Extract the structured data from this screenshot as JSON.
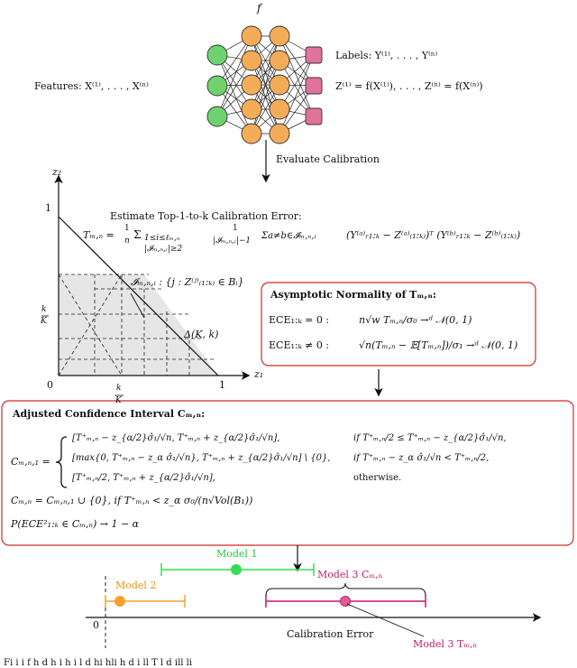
{
  "network": {
    "f_label": "f",
    "features_label": "Features: X⁽¹⁾, . . . , X⁽ⁿ⁾",
    "labels_label": "Labels: Y⁽¹⁾, . . . , Y⁽ⁿ⁾",
    "z_label": "Z⁽¹⁾ = f(X⁽¹⁾), . . . , Z⁽ⁿ⁾ = f(X⁽ⁿ⁾)",
    "input_color": "#6fd26f",
    "hidden_color": "#f5ac59",
    "output_color": "#e0739a"
  },
  "evaluate_label": "Evaluate Calibration",
  "simplex": {
    "z2_label": "z₂",
    "z1_label": "z₁",
    "one_y": "1",
    "one_x": "1",
    "zero": "0",
    "k_over_K_num": "k",
    "k_over_K_den": "K",
    "region_label": "𝓘ₘ,ₙ,ᵢ : {j : Z⁽ʲ⁾₍₁:ₖ₎ ∈ Bᵢ}",
    "delta_label": "Δ(K, k)"
  },
  "estimate": {
    "title": "Estimate Top-1-to-k Calibration Error:",
    "formula_lhs": "Tₘ,ₙ = ",
    "formula_frac_num": "1",
    "formula_frac_den": "n",
    "formula_sum1": "Σ",
    "formula_sum1_sub": "1≤i≤ℓₘ,ₙ",
    "formula_sum1_sub2": "|𝓘ₘ,ₙ,ᵢ|≥2",
    "formula_frac2_num": "1",
    "formula_frac2_den": "|𝓘ₘ,ₙ,ᵢ|−1",
    "formula_sum2": "Σa≠b∈𝓘ₘ,ₙ,ᵢ",
    "formula_tail": "(Y⁽ᵃ⁾ᵣ₁:ₖ − Z⁽ᵃ⁾₍₁:ₖ₎)ᵀ (Y⁽ᵇ⁾ᵣ₁:ₖ − Z⁽ᵇ⁾₍₁:ₖ₎)"
  },
  "asymptotic": {
    "title": "Asymptotic Normality of Tₘ,ₙ:",
    "line1_lhs": "ECE₁:ₖ = 0 :",
    "line1_rhs": "n√w Tₘ,ₙ/σ₀ →ᵈ 𝒩(0, 1)",
    "line2_lhs": "ECE₁:ₖ ≠ 0 :",
    "line2_rhs": "√n(Tₘ,ₙ − 𝔼[Tₘ,ₙ])/σ₁ →ᵈ 𝒩(0, 1)"
  },
  "interval": {
    "title": "Adjusted Confidence Interval Cₘ,ₙ:",
    "lhs": "Cₘ,ₙ,₁ =",
    "case1": "[T⁺ₘ,ₙ − z_{α/2}σ̂₁/√n,   T⁺ₘ,ₙ + z_{α/2}σ̂₁/√n],",
    "case1_cond": "if   T⁺ₘ,ₙ/2 ≤ T⁺ₘ,ₙ − z_{α/2}σ̂₁/√n,",
    "case2": "[max{0, T⁺ₘ,ₙ − z_α σ̂₁/√n},   T⁺ₘ,ₙ + z_{α/2}σ̂₁/√n] \\ {0},",
    "case2_cond": "if   T⁺ₘ,ₙ − z_α σ̂₁/√n < T⁺ₘ,ₙ/2,",
    "case3": "[T⁺ₘ,ₙ/2,   T⁺ₘ,ₙ + z_{α/2}σ̂₁/√n],",
    "case3_cond": "otherwise.",
    "line2": "Cₘ,ₙ = Cₘ,ₙ,₁ ∪ {0},    if   T⁺ₘ,ₙ < z_α σ₀/(n√Vol(B₁))",
    "line3": "P(ECE²₁:ₖ ∈ Cₘ,ₙ) → 1 − α"
  },
  "models": {
    "model1": "Model 1",
    "model2": "Model 2",
    "model3_c": "Model 3 Cₘ,ₙ",
    "model3_t": "Model 3 Tₘ,ₙ",
    "zero": "0",
    "axis_label": "Calibration Error",
    "model1_color": "#33dd55",
    "model2_color": "#f5a030",
    "model3_color": "#c21a6a"
  },
  "caption_fragment": "Fi  i    i   f      h d   h  i h    i   l  d hi hli h d i   ll     T    l d  ill  li"
}
